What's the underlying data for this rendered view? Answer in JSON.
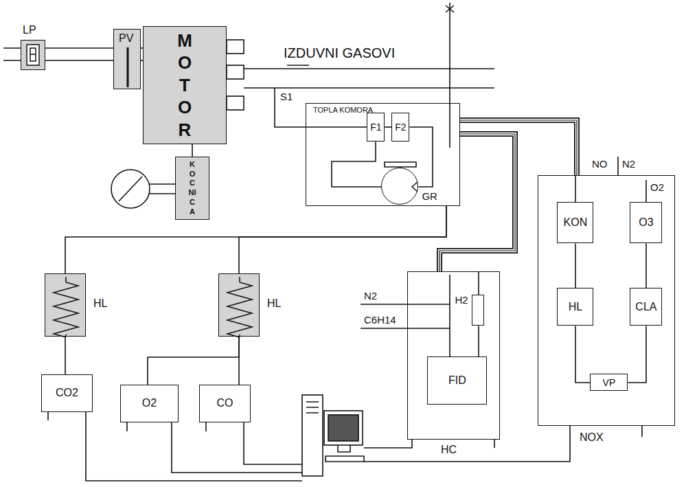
{
  "diagram": {
    "nodes": [
      {
        "text": [
          "LP"
        ]
      },
      {
        "text": [
          "PV"
        ]
      },
      {
        "text": [
          "MOTOR"
        ]
      },
      {
        "text": [
          "KOCNICA"
        ]
      },
      {
        "text": [
          "TOPLA KOMORA"
        ]
      },
      {
        "text": [
          "F1"
        ],
        "in": 4
      },
      {
        "text": [
          "F2"
        ],
        "in": 4
      },
      {
        "text": [
          "GR"
        ],
        "in": 4
      },
      {
        "text": [
          "HL"
        ]
      },
      {
        "text": [
          "HL"
        ]
      },
      {
        "text": [
          "CO2"
        ]
      },
      {
        "text": [
          "O2"
        ]
      },
      {
        "text": [
          "CO"
        ]
      },
      {
        "text": [
          "HC"
        ]
      },
      {
        "text": [
          "H2"
        ],
        "in": 13
      },
      {
        "text": [
          "FID"
        ],
        "in": 13
      },
      {
        "text": [
          "NOX"
        ]
      },
      {
        "text": [
          "KON"
        ],
        "in": 16
      },
      {
        "text": [
          "HL"
        ],
        "in": 16
      },
      {
        "text": [
          "O3"
        ],
        "in": 16
      },
      {
        "text": [
          "CLA"
        ],
        "in": 16
      },
      {
        "text": [
          "VP"
        ],
        "in": 16
      }
    ],
    "edges": [
      {
        "from": 0,
        "to": 1,
        "arrow": "none"
      },
      {
        "from": 1,
        "to": 2,
        "arrow": "none"
      },
      {
        "from": 2,
        "to": 3,
        "arrow": "none"
      },
      {
        "from": 5,
        "to": 6,
        "arrow": "none"
      },
      {
        "from": 6,
        "to": 7,
        "arrow": "none"
      },
      {
        "from": 7,
        "to": 5,
        "arrow": "none"
      },
      {
        "from": 4,
        "to": 8,
        "arrow": "none"
      },
      {
        "from": 4,
        "to": 9,
        "arrow": "none"
      },
      {
        "from": 4,
        "to": 13,
        "arrow": "none"
      },
      {
        "from": 4,
        "to": 16,
        "arrow": "none"
      },
      {
        "from": 8,
        "to": 10,
        "arrow": "none"
      },
      {
        "from": 9,
        "to": 11,
        "arrow": "none"
      },
      {
        "from": 9,
        "to": 12,
        "arrow": "none"
      },
      {
        "from": 14,
        "to": 15,
        "arrow": "none"
      },
      {
        "from": 17,
        "to": 18,
        "arrow": "none"
      },
      {
        "from": 18,
        "to": 21,
        "arrow": "none"
      },
      {
        "from": 19,
        "to": 20,
        "arrow": "none"
      },
      {
        "from": 20,
        "to": 21,
        "arrow": "none"
      }
    ],
    "labels": [
      "IZDUVNI GASOVI",
      "S1",
      "NO",
      "N2",
      "O2",
      "N2",
      "C6H14"
    ]
  }
}
